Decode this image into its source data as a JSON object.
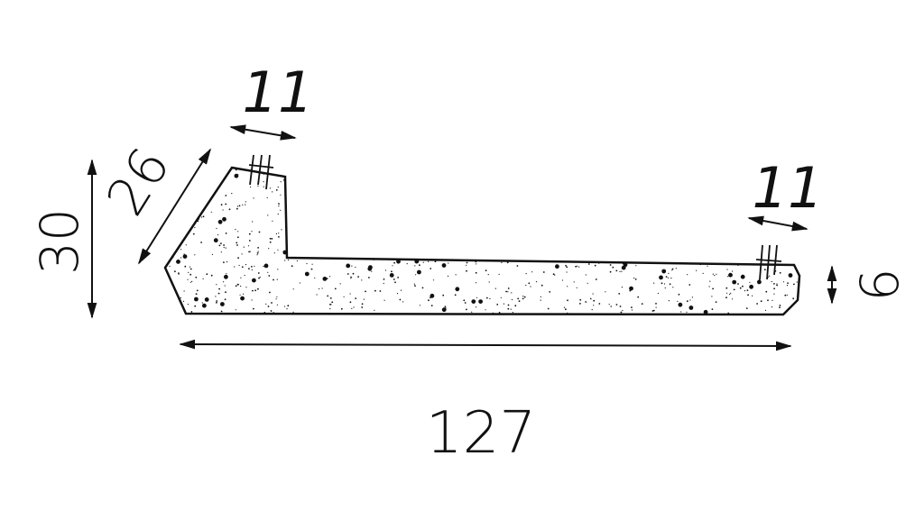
{
  "dimensions": {
    "overall_length": "127",
    "overall_height": "30",
    "chamfer_length": "26",
    "top_flange_width": "11",
    "end_chamfer_width": "11",
    "end_thickness": "6"
  },
  "colors": {
    "ink": "#111111",
    "background": "#ffffff"
  }
}
